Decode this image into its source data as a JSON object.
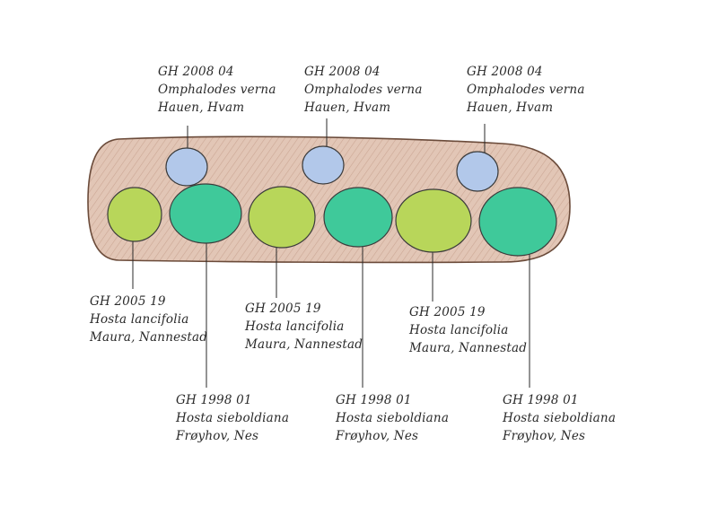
{
  "colors": {
    "bed_fill": "#d9b9a6",
    "bed_stroke": "#6b4b3a",
    "omphalodes": "#b2c8ea",
    "lancifolia": "#b8d65a",
    "sieboldiana": "#3fc99a",
    "plant_stroke": "#3b3b3b",
    "ink": "#2a2a2a"
  },
  "labels": {
    "omphalodes": [
      {
        "code": "GH 2008 04",
        "name": "Omphalodes verna",
        "source": "Hauen, Hvam"
      },
      {
        "code": "GH 2008 04",
        "name": "Omphalodes verna",
        "source": "Hauen, Hvam"
      },
      {
        "code": "GH 2008 04",
        "name": "Omphalodes verna",
        "source": "Hauen, Hvam"
      }
    ],
    "lancifolia": [
      {
        "code": "GH 2005 19",
        "name": "Hosta lancifolia",
        "source": "Maura, Nannestad"
      },
      {
        "code": "GH 2005 19",
        "name": "Hosta lancifolia",
        "source": "Maura, Nannestad"
      },
      {
        "code": "GH 2005 19",
        "name": "Hosta lancifolia",
        "source": "Maura, Nannestad"
      }
    ],
    "sieboldiana": [
      {
        "code": "GH 1998 01",
        "name": "Hosta sieboldiana",
        "source": "Frøyhov, Nes"
      },
      {
        "code": "GH 1998 01",
        "name": "Hosta sieboldiana",
        "source": "Frøyhov, Nes"
      },
      {
        "code": "GH 1998 01",
        "name": "Hosta sieboldiana",
        "source": "Frøyhov, Nes"
      }
    ]
  }
}
